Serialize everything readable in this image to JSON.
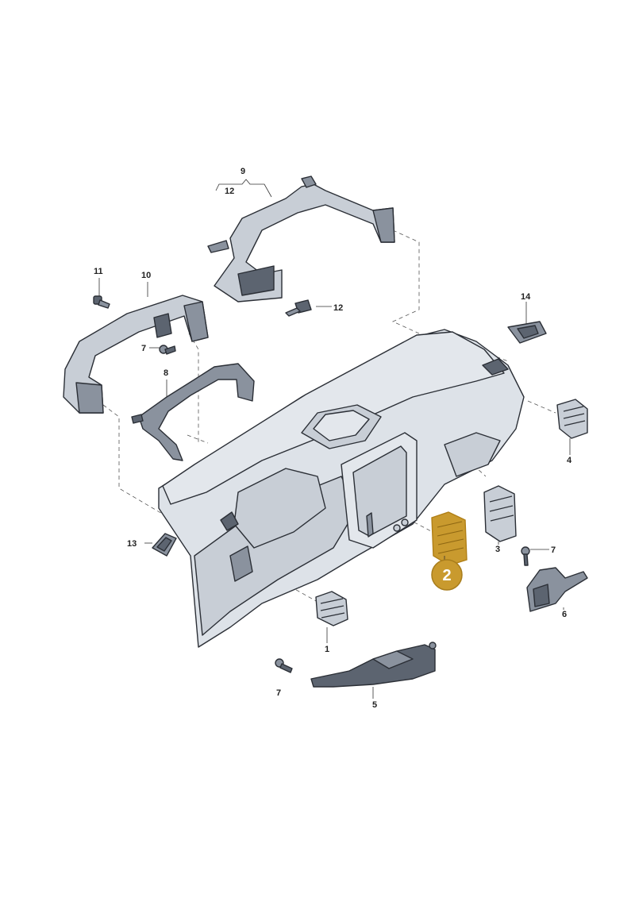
{
  "callouts": {
    "c1": "1",
    "c2": "2",
    "c3": "3",
    "c4": "4",
    "c5": "5",
    "c6": "6",
    "c7a": "7",
    "c7b": "7",
    "c7c": "7",
    "c8": "8",
    "c9": "9",
    "c10": "10",
    "c11": "11",
    "c12a": "12",
    "c12b": "12",
    "c13": "13",
    "c14": "14"
  },
  "highlight": {
    "badge": "2",
    "color": "#c99a2e"
  }
}
